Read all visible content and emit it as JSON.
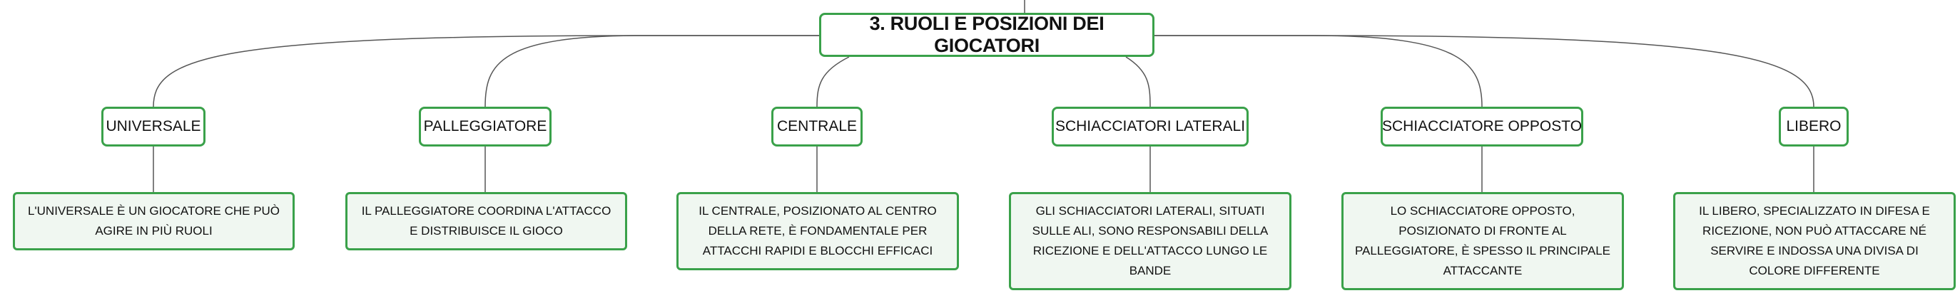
{
  "root": {
    "label": "3. RUOLI E POSIZIONI DEI GIOCATORI"
  },
  "roles": [
    {
      "label": "UNIVERSALE",
      "description": "L'UNIVERSALE È UN GIOCATORE CHE PUÒ AGIRE IN PIÙ RUOLI"
    },
    {
      "label": "PALLEGGIATORE",
      "description": "IL PALLEGGIATORE COORDINA L'ATTACCO E DISTRIBUISCE IL GIOCO"
    },
    {
      "label": "CENTRALE",
      "description": "IL CENTRALE, POSIZIONATO AL CENTRO DELLA RETE, È FONDAMENTALE PER ATTACCHI RAPIDI E BLOCCHI EFFICACI"
    },
    {
      "label": "SCHIACCIATORI LATERALI",
      "description": "GLI SCHIACCIATORI LATERALI, SITUATI SULLE ALI, SONO RESPONSABILI DELLA RICEZIONE E DELL'ATTACCO LUNGO LE BANDE"
    },
    {
      "label": "SCHIACCIATORE OPPOSTO",
      "description": "LO SCHIACCIATORE OPPOSTO, POSIZIONATO DI FRONTE AL PALLEGGIATORE, È SPESSO IL PRINCIPALE ATTACCANTE"
    },
    {
      "label": "LIBERO",
      "description": "IL LIBERO, SPECIALIZZATO IN DIFESA E RICEZIONE, NON PUÒ ATTACCARE NÉ SERVIRE E INDOSSA UNA DIVISA DI COLORE DIFFERENTE"
    }
  ],
  "colors": {
    "border": "#3aa14a",
    "description_fill": "#f0f7f1",
    "connector": "#555555"
  }
}
